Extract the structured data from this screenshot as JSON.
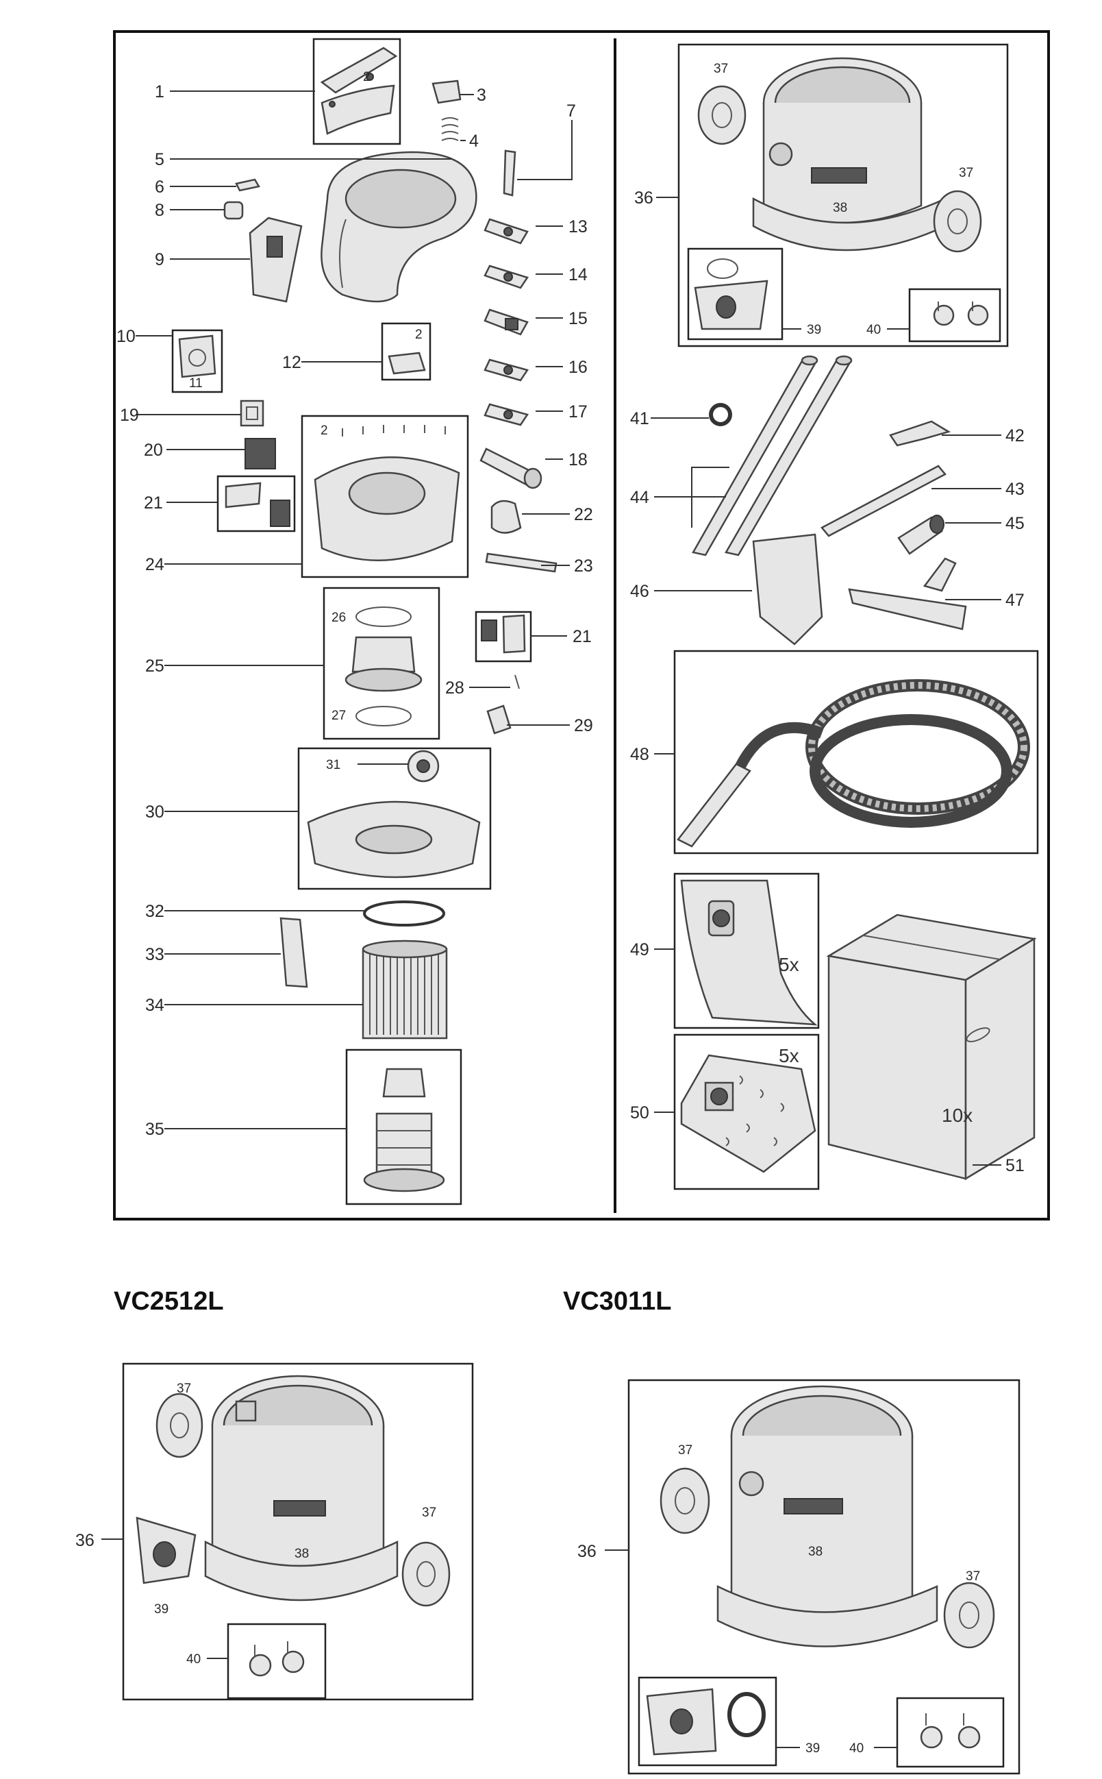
{
  "models": {
    "left": "VC2512L",
    "right": "VC3011L"
  },
  "main_labels": {
    "n1": "1",
    "n2": "2",
    "n3": "3",
    "n4": "4",
    "n5": "5",
    "n6": "6",
    "n7": "7",
    "n8": "8",
    "n9": "9",
    "n10": "10",
    "n11": "11",
    "n12": "12",
    "n13": "13",
    "n14": "14",
    "n15": "15",
    "n16": "16",
    "n17": "17",
    "n18": "18",
    "n19": "19",
    "n20": "20",
    "n21": "21",
    "n22": "22",
    "n23": "23",
    "n24": "24",
    "n25": "25",
    "n26": "26",
    "n27": "27",
    "n28": "28",
    "n29": "29",
    "n30": "30",
    "n31": "31",
    "n32": "32",
    "n33": "33",
    "n34": "34",
    "n35": "35",
    "n36": "36",
    "n37": "37",
    "n38": "38",
    "n39": "39",
    "n40": "40",
    "n41": "41",
    "n42": "42",
    "n43": "43",
    "n44": "44",
    "n45": "45",
    "n46": "46",
    "n47": "47",
    "n48": "48",
    "n49": "49",
    "n50": "50",
    "n51": "51"
  },
  "quantities": {
    "bag_paper": "5x",
    "bag_fleece": "5x",
    "carton": "10x"
  }
}
